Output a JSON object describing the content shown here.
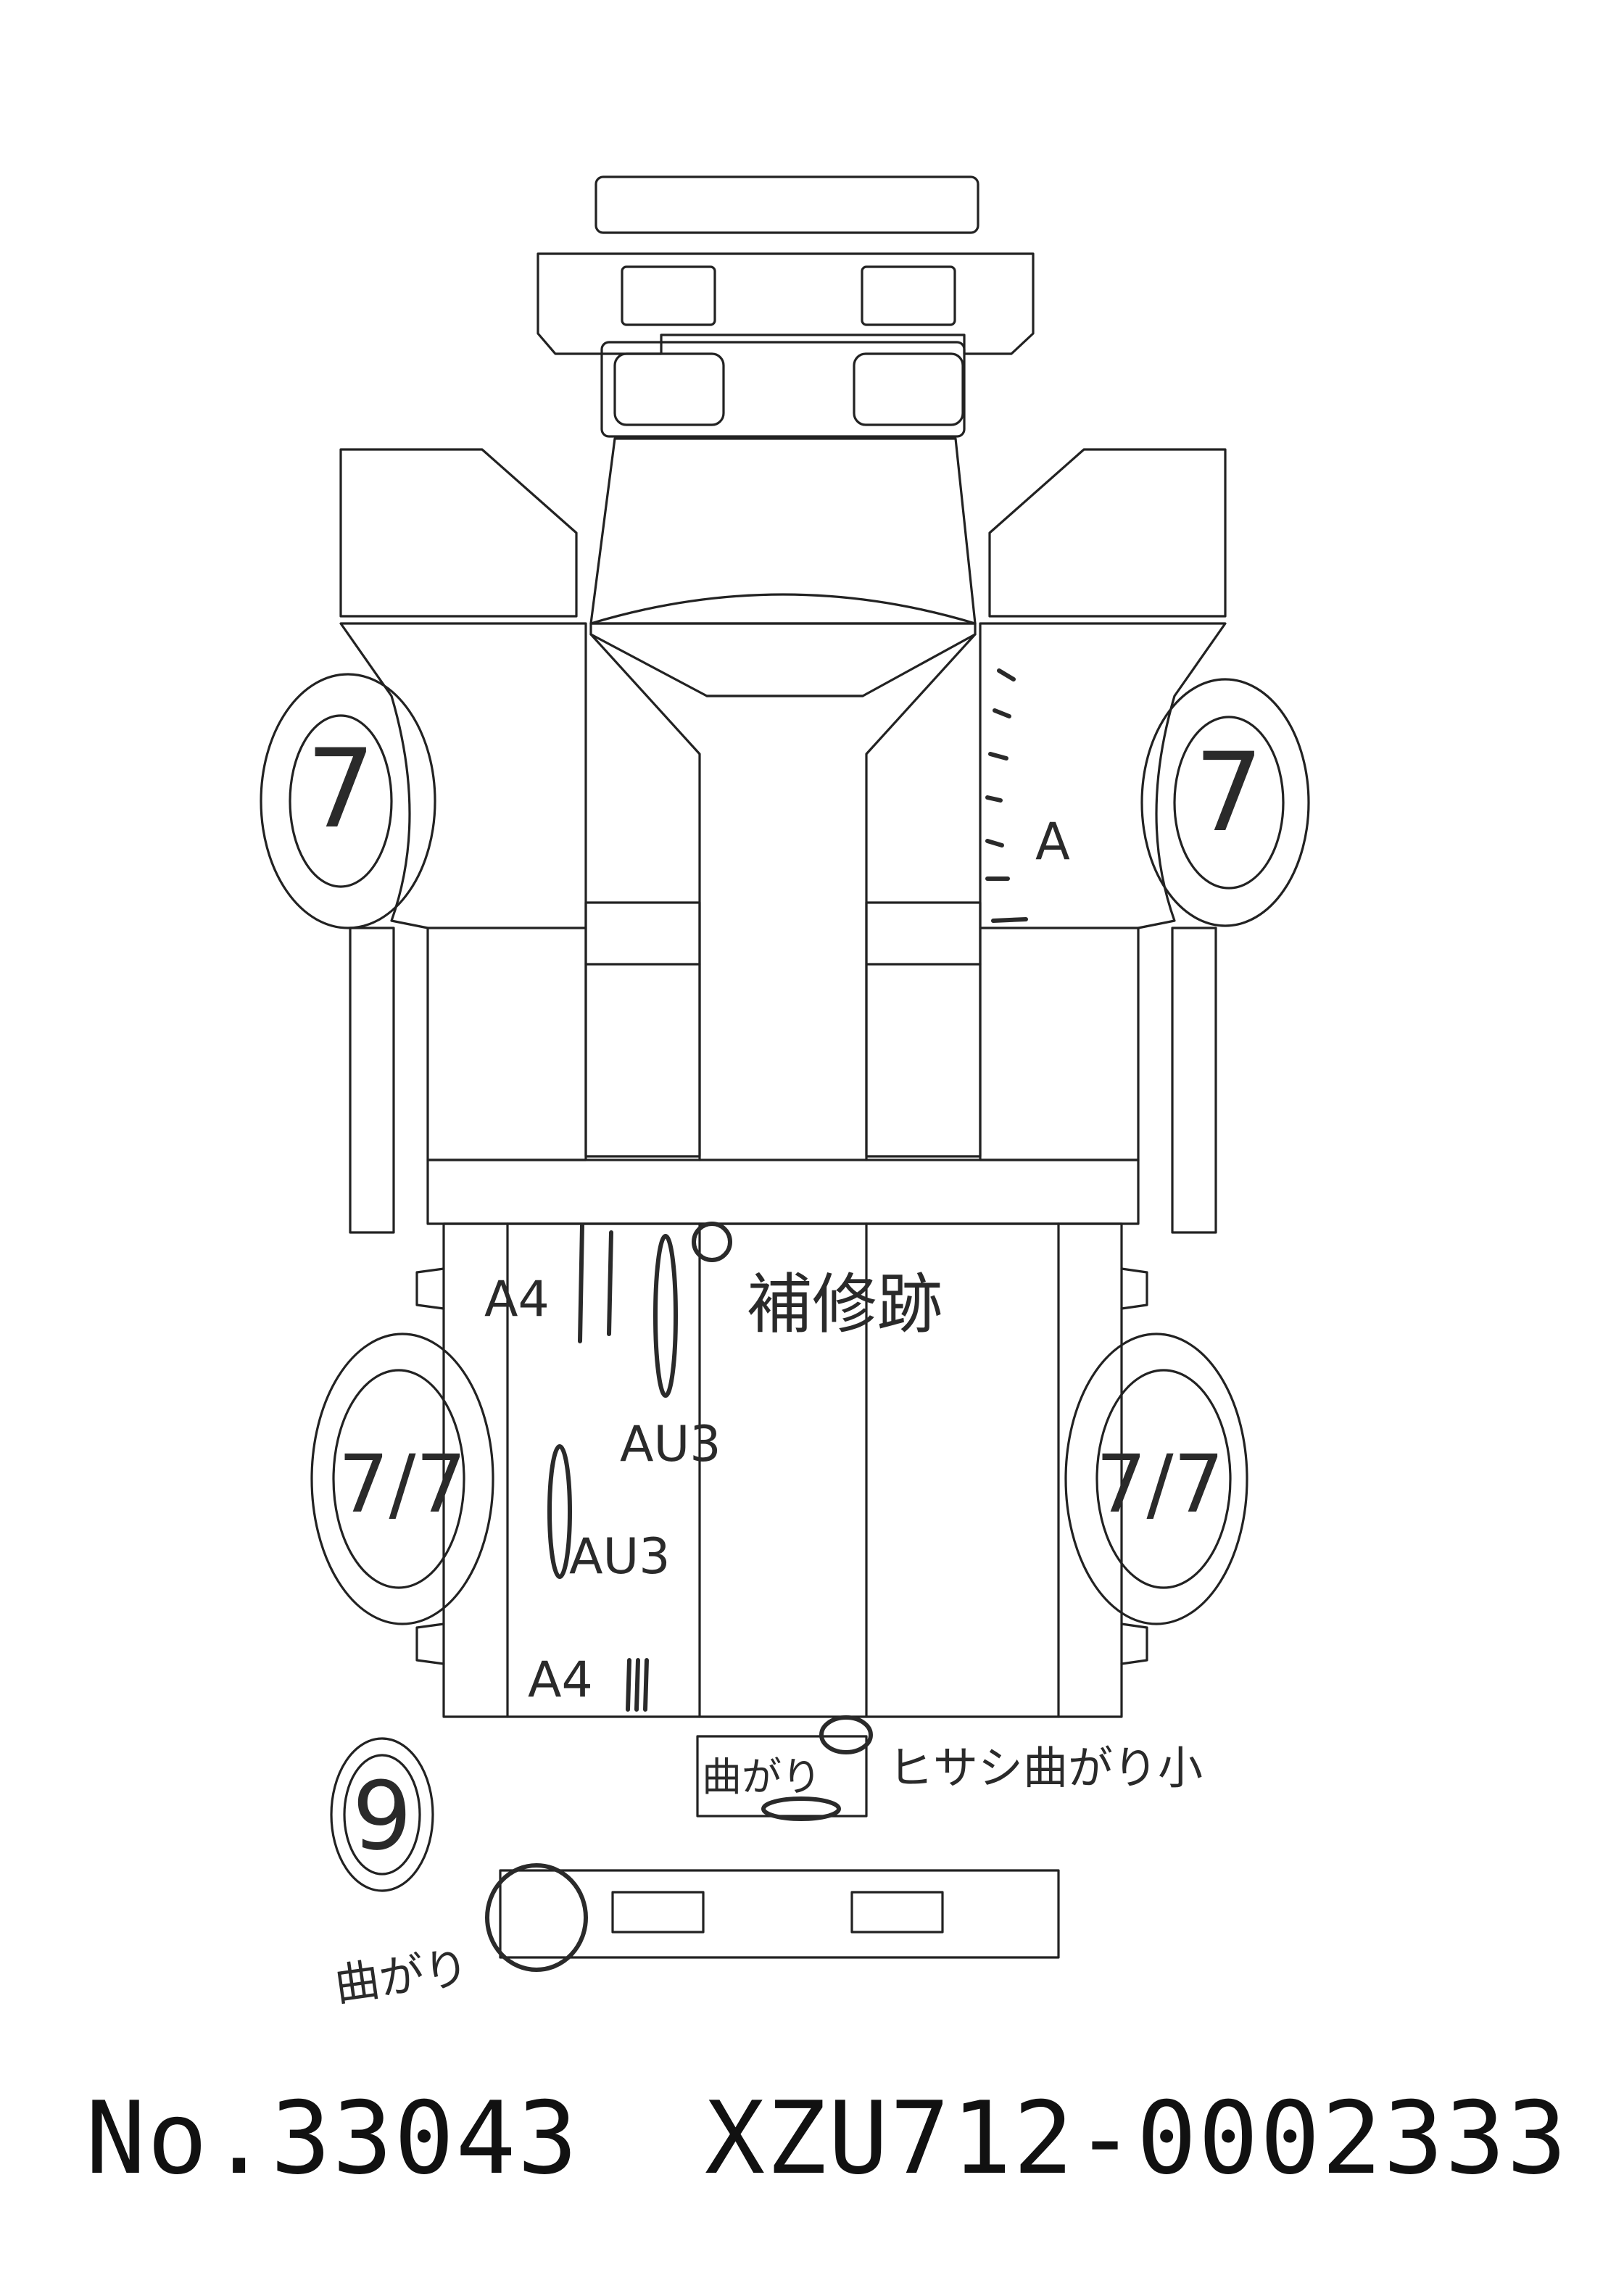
{
  "diagram": {
    "tire_front_left": "7",
    "tire_front_right": "7",
    "tire_rear_left": "7/7",
    "tire_rear_right": "7/7",
    "spare_tire": "9",
    "hood_damage_code": "A",
    "rear_panel_code_a4_upper": "A4",
    "rear_panel_code_au3_upper": "AU3",
    "rear_panel_code_au3_lower": "AU3",
    "rear_panel_code_a4_lower": "A4",
    "repair_note": "補修跡",
    "eave_bend_note": "ヒサシ曲がり小",
    "small_bend_note": "曲がり",
    "bumper_bend_note": "曲がり"
  },
  "footer": {
    "number": "No.33043",
    "chassis": "XZU712-0002333"
  }
}
